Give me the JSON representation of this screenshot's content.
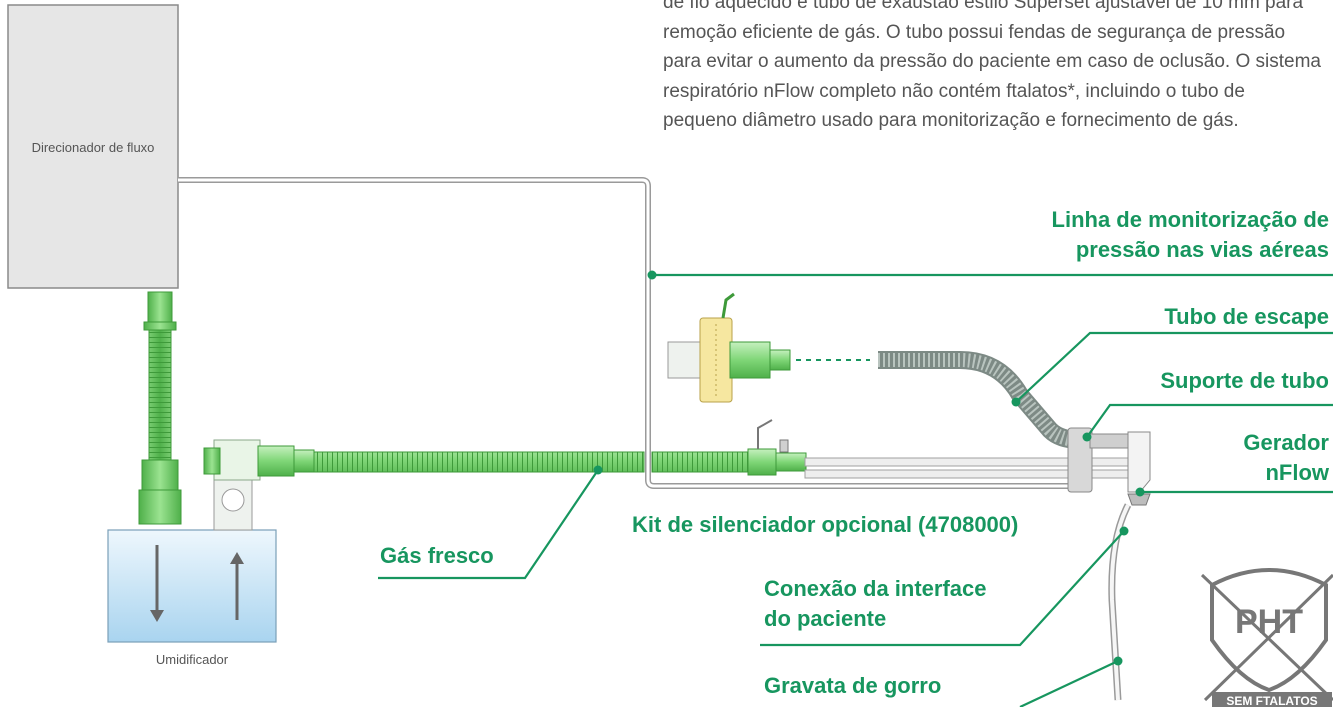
{
  "description": "de fio aquecido e tubo de exaustão estilo Superset ajustável de 10 mm para remoção eficiente de gás. O tubo possui fendas de segurança de pressão para evitar o aumento da pressão do paciente em caso de oclusão. O sistema respiratório nFlow completo não contém ftalatos*, incluindo o tubo de pequeno diâmetro usado para monitorização e fornecimento de gás.",
  "components": {
    "flow_director": "Direcionador de fluxo",
    "humidifier": "Umidificador"
  },
  "callouts": {
    "pressure_line_1": "Linha de monitorização de",
    "pressure_line_2": "pressão nas vias aéreas",
    "exhaust_tube": "Tubo de escape",
    "tube_support": "Suporte de tubo",
    "generator_1": "Gerador",
    "generator_2": "nFlow",
    "silencer_kit": "Kit de silenciador opcional (4708000)",
    "fresh_gas": "Gás fresco",
    "patient_interface_1": "Conexão da interface",
    "patient_interface_2": "do paciente",
    "bonnet_tie": "Gravata de gorro"
  },
  "logo": {
    "letters": "PHT",
    "caption": "SEM FTALATOS"
  },
  "colors": {
    "accent_green": "#17965f",
    "tube_green": "#8fdc86",
    "box_gray": "#e6e6e6",
    "water_blue": "#a9d4ef",
    "text_gray": "#555555"
  }
}
